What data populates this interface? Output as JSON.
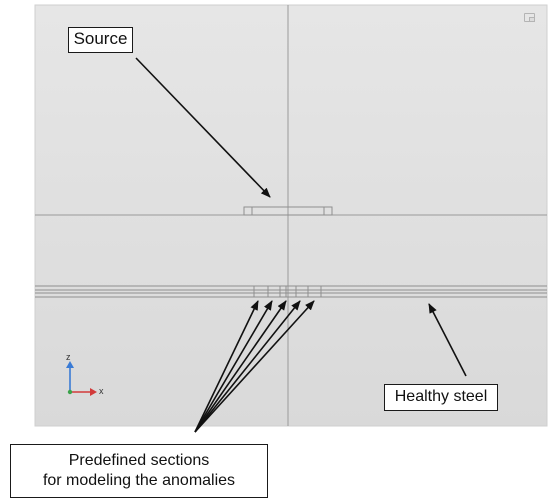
{
  "labels": {
    "source": "Source",
    "healthy_steel": "Healthy steel",
    "sections_line1": "Predefined sections",
    "sections_line2": "for modeling the anomalies"
  },
  "axes": {
    "z": "z",
    "x": "x"
  },
  "icons": {
    "view_corner": "window-corner-icon",
    "axis_triad": "axis-triad-icon"
  },
  "colors": {
    "viewport_top": "#e4e4e4",
    "viewport_bottom": "#d8d8d8",
    "geometry_line": "#9a9a9a",
    "arrow": "#111111",
    "axis_z": "#3a7bd5",
    "axis_x": "#d23a3a",
    "axis_y": "#3aa24a"
  }
}
